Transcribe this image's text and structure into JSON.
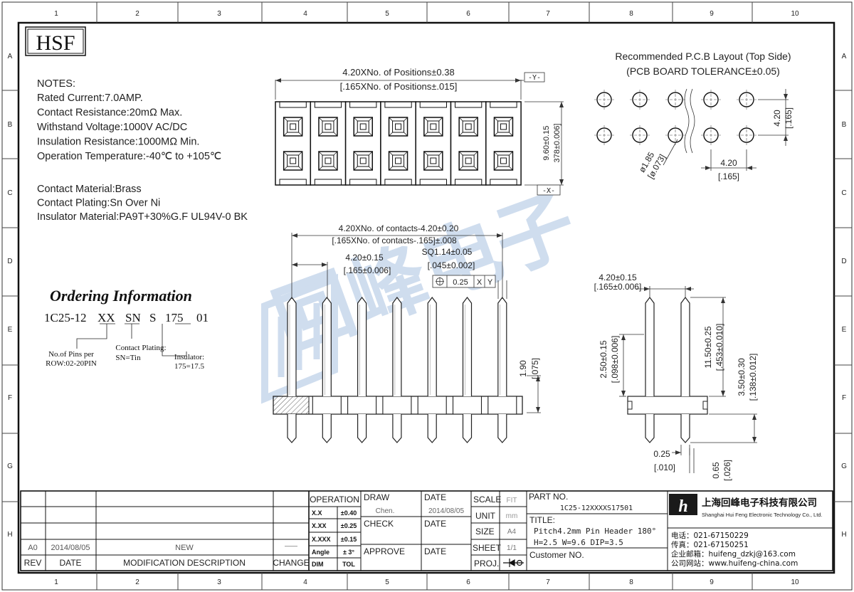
{
  "frame": {
    "columns": [
      "1",
      "2",
      "3",
      "4",
      "5",
      "6",
      "7",
      "8",
      "9",
      "10"
    ],
    "rows": [
      "A",
      "B",
      "C",
      "D",
      "E",
      "F",
      "G",
      "H"
    ]
  },
  "logo": "HSF",
  "notes": {
    "heading": "NOTES:",
    "lines": [
      "Rated Current:7.0AMP.",
      "Contact Resistance:20mΩ Max.",
      "Withstand Voltage:1000V AC/DC",
      "Insulation Resistance:1000MΩ Min.",
      "Operation Temperature:-40℃ to +105℃"
    ],
    "material_lines": [
      "Contact Material:Brass",
      "Contact Plating:Sn Over Ni",
      "Insulator Material:PA9T+30%G.F UL94V-0 BK"
    ]
  },
  "ordering": {
    "title": "Ordering Information",
    "code_parts": [
      "1C25-12",
      "XX",
      "SN",
      "S",
      "175",
      "01"
    ],
    "legend_pins": [
      "No.of Pins per",
      "ROW:02-20PIN"
    ],
    "legend_plating": [
      "Contact Plating:",
      "SN=Tin"
    ],
    "legend_insulator": [
      "Insulator:",
      "175=17.5"
    ]
  },
  "top_view": {
    "dim_length_mm": "4.20XNo. of Positions±0.38",
    "dim_length_in": "[.165XNo. of Positions±.015]",
    "datum_y": "-Y-",
    "datum_x": "-X-",
    "dim_height_mm": "9.60±0.15",
    "dim_height_in": "378±0.006]",
    "positions": 7
  },
  "pcb": {
    "title1": "Recommended P.C.B Layout (Top Side)",
    "title2": "(PCB BOARD TOLERANCE±0.05)",
    "dim_row_mm": "4.20",
    "dim_row_in": "[.165]",
    "dim_pitch_mm": "4.20",
    "dim_pitch_in": "[.165]",
    "dim_hole_mm": "ø1.85",
    "dim_hole_in": "[ø.073]"
  },
  "front_view": {
    "dim_total_mm": "4.20XNo. of contacts-4.20±0.20",
    "dim_total_in": "[.165XNo. of contacts-.165]±.008",
    "dim_pitch_mm": "4.20±0.15",
    "dim_pitch_in": "[.165±0.006]",
    "dim_sq_mm": "SQ1.14±0.05",
    "dim_sq_in": "[.045±0.002]",
    "tol_value": "0.25",
    "tol_ref1": "X",
    "tol_ref2": "Y",
    "dim_tail_mm": "1.90",
    "dim_tail_in": "[.075]"
  },
  "side_view": {
    "dim_pitch_mm": "4.20±0.15",
    "dim_pitch_in": "[.165±0.006]",
    "dim_a_mm": "2.50±0.15",
    "dim_a_in": "[.098±0.006]",
    "dim_b_mm": "11.50±0.25",
    "dim_b_in": "[.453±0.010]",
    "dim_c_mm": "3.50±0.30",
    "dim_c_in": "[.138±0.012]",
    "dim_d_mm": "0.25",
    "dim_d_in": "[.010]",
    "dim_e_mm": "0.65",
    "dim_e_in": "[.026]"
  },
  "watermark": "回峰电子",
  "title_block": {
    "rev_row": {
      "rev": "A0",
      "date": "2014/08/05",
      "desc": "NEW",
      "change": "——"
    },
    "rev_hdr": {
      "rev": "REV",
      "date": "DATE",
      "desc": "MODIFICATION  DESCRIPTION",
      "change": "CHANGE"
    },
    "operation": "OPERATION",
    "tolerances": [
      [
        "X.X",
        "±0.40"
      ],
      [
        "X.XX",
        "±0.25"
      ],
      [
        "X.XXX",
        "±0.15"
      ],
      [
        "Angle",
        "± 3°"
      ],
      [
        "DIM",
        "TOL"
      ]
    ],
    "draw_label": "DRAW",
    "draw_name": "Chen.",
    "check_label": "CHECK",
    "approve_label": "APPROVE",
    "date_label": "DATE",
    "draw_date": "2014/08/05",
    "scale_label": "SCALE",
    "scale_value": "FIT",
    "unit_label": "UNIT",
    "unit_value": "mm",
    "size_label": "SIZE",
    "size_value": "A4",
    "sheet_label": "SHEET",
    "sheet_value": "1/1",
    "proj_label": "PROJ.",
    "part_label": "PART  NO.",
    "part_value": "1C25-12XXXXS17501",
    "title_label": "TITLE:",
    "title_line1": "Pitch4.2mm Pin Header 180°",
    "title_line2": "H=2.5 W=9.6 DIP=3.5",
    "customer_label": "Customer NO.",
    "company_cn": "上海回峰电子科技有限公司",
    "company_en": "Shanghai Hui Feng Electronic Technology Co., Ltd.",
    "phone": "电话：021-67150229",
    "fax": "传真：021-67150251",
    "email": "企业邮箱：huifeng_dzkj@163.com",
    "web": "公司网站：www.huifeng-china.com"
  }
}
